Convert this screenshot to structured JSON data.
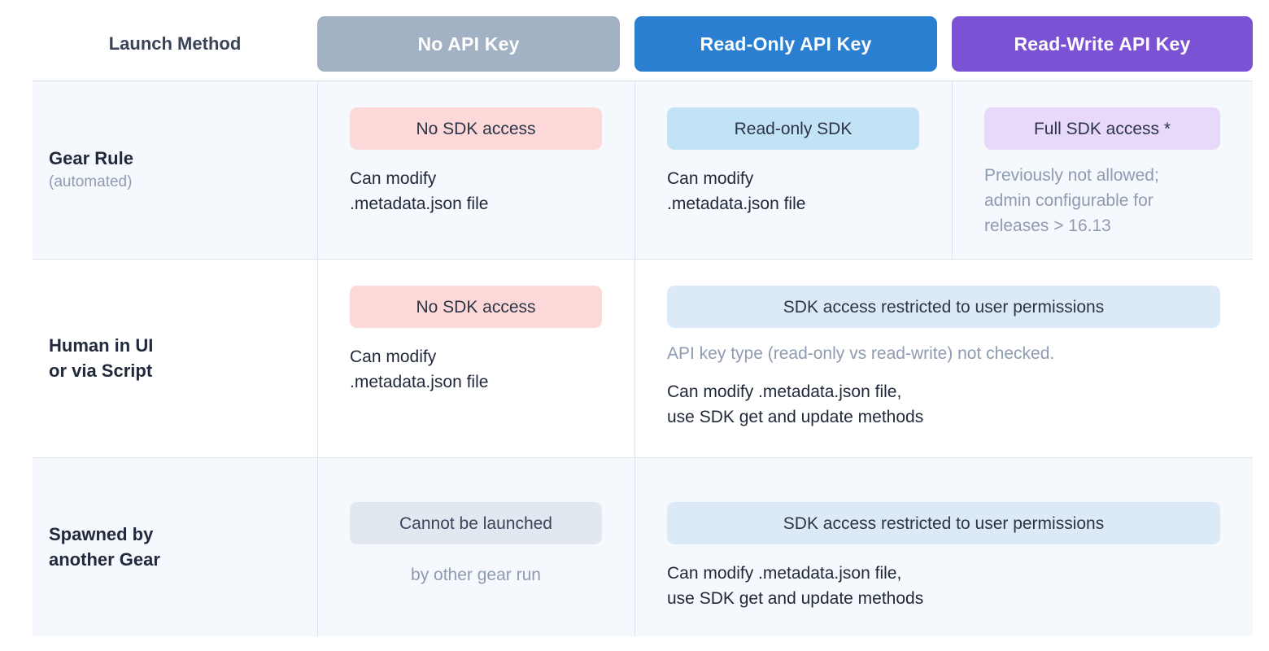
{
  "table": {
    "header": {
      "row_label": "Launch Method",
      "columns": [
        {
          "label": "No API Key",
          "color": "#a3b1c4"
        },
        {
          "label": "Read-Only API Key",
          "color": "#2b7fd0"
        },
        {
          "label": "Read-Write API Key",
          "color": "#7c52d5"
        }
      ]
    },
    "rows": [
      {
        "title": "Gear Rule",
        "subtitle": "(automated)",
        "cells": [
          {
            "badge": "No SDK access",
            "badge_color": "#fcd9d8",
            "note": "Can modify\n.metadata.json file"
          },
          {
            "badge": "Read-only SDK",
            "badge_color": "#c2e2f6",
            "note": "Can modify\n.metadata.json file"
          },
          {
            "badge": "Full SDK access *",
            "badge_color": "#e8d9fa",
            "note": "Previously not allowed;\nadmin configurable for\nreleases > 16.13"
          }
        ]
      },
      {
        "title": "Human in UI\nor via Script",
        "subtitle": "",
        "cells": [
          {
            "badge": "No SDK access",
            "badge_color": "#fcd9d8",
            "note": "Can modify\n.metadata.json file"
          },
          {
            "badge": "SDK access restricted to user permissions",
            "badge_color": "#dceaf8",
            "note_muted": "API key type (read-only vs read-write) not checked.",
            "note": "Can modify .metadata.json file,\nuse SDK get and update methods"
          }
        ]
      },
      {
        "title": "Spawned by\nanother Gear",
        "subtitle": "",
        "cells": [
          {
            "badge": "Cannot be launched",
            "badge_color": "#e2e8f0",
            "note_center": "by other gear run"
          },
          {
            "badge": "SDK access restricted to user permissions",
            "badge_color": "#dceaf8",
            "note": "Can modify .metadata.json file,\nuse SDK get and update methods"
          }
        ]
      }
    ]
  }
}
